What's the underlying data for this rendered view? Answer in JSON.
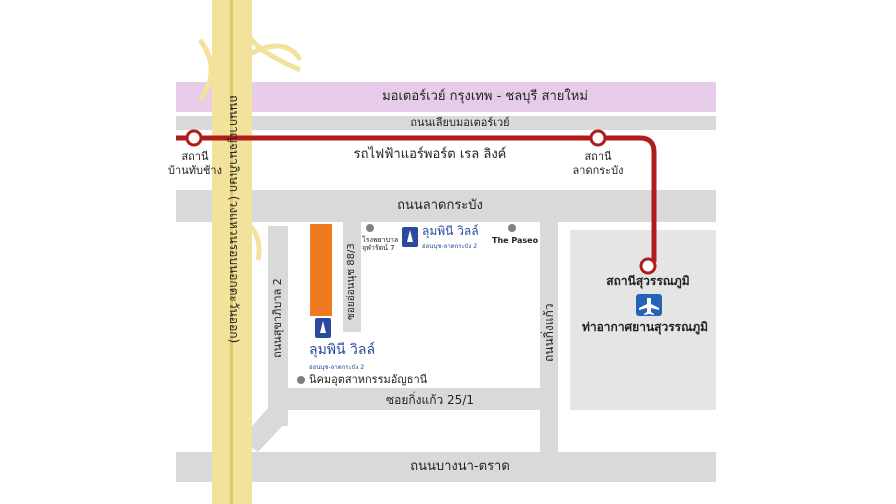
{
  "roads": {
    "motorway": "มอเตอร์เวย์ กรุงเทพ - ชลบุรี สายใหม่",
    "frontage": "ถนนเลียบมอเตอร์เวย์",
    "lat_krabang": "ถนนลาดกระบัง",
    "kanchana": "ถนนกาญจนาภิเษก (วงแหวนรอบนอกตะวันออก)",
    "sukhapiban2": "ถนนสุขาภิบาล 2",
    "soi_onnut": "ซอยอ่อนนุช 88/3",
    "king_kaew": "ถนนกิ่งแก้ว",
    "soi_king_kaew": "ซอยกิ่งแก้ว 25/1",
    "bangna_trad": "ถนนบางนา-ตราด"
  },
  "rail": {
    "name": "รถไฟฟ้าแอร์พอร์ต เรล ลิงค์",
    "color": "#b01c1c",
    "stations": [
      {
        "line1": "สถานี",
        "line2": "บ้านทับช้าง"
      },
      {
        "line1": "สถานี",
        "line2": "ลาดกระบัง"
      }
    ],
    "terminal": "สถานีสุวรรณภูมิ"
  },
  "airport": {
    "label": "ท่าอากาศยานสุวรรณภูมิ",
    "icon": "airplane-icon",
    "color": "#2563b8"
  },
  "project": {
    "name": "ลุมพินี วิลล์",
    "tagline": "อ่อนนุช-ลาดกระบัง 2",
    "color": "#f07a1e"
  },
  "pois": {
    "hospital_line1": "โรงพยาบาล",
    "hospital_line2": "จุฬารัตน์ 7",
    "paseo": "The Paseo",
    "industrial": "นิคมอุตสาหกรรมอัญธานี"
  },
  "colors": {
    "road": "#d9d9d9",
    "motorway": "#e6cce8",
    "expressway": "#f3e29c",
    "airport_area": "#e5e5e5"
  }
}
